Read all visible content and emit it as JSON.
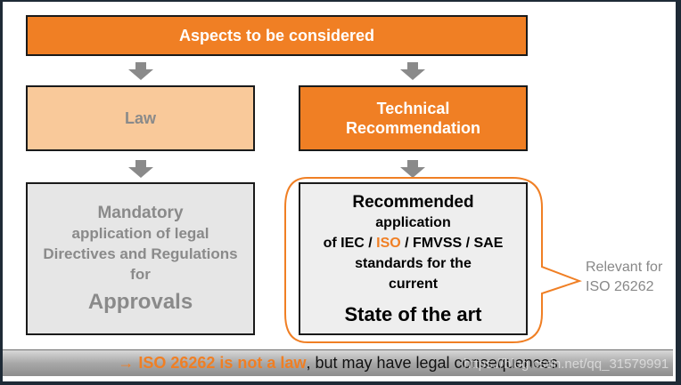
{
  "diagram": {
    "top_box": "Aspects to be considered",
    "law_box": "Law",
    "technical_box": [
      "Technical",
      "Recommendation"
    ],
    "mandatory_box": {
      "lines": [
        "Mandatory",
        "application of legal",
        "Directives and Regulations",
        "for"
      ],
      "emphasis": "Approvals"
    },
    "recommended_box": {
      "line1": "Recommended",
      "line2": "application",
      "line3_prefix": "of IEC / ",
      "line3_highlight": "ISO",
      "line3_suffix": " / FMVSS / SAE",
      "line4": "standards for the",
      "line5": "current",
      "emphasis": "State of the art"
    },
    "callout": [
      "Relevant for",
      "ISO 26262"
    ]
  },
  "footer": {
    "arrow": "→",
    "highlight": "ISO 26262 is not a law",
    "rest": ", but may have legal consequences"
  },
  "watermark": "https://blog.csdn.net/qq_31579991",
  "colors": {
    "orange": "#f07f24",
    "light_orange": "#f9c99a",
    "grey_box": "#e6e6e6",
    "arrow": "#8a8a8a"
  }
}
